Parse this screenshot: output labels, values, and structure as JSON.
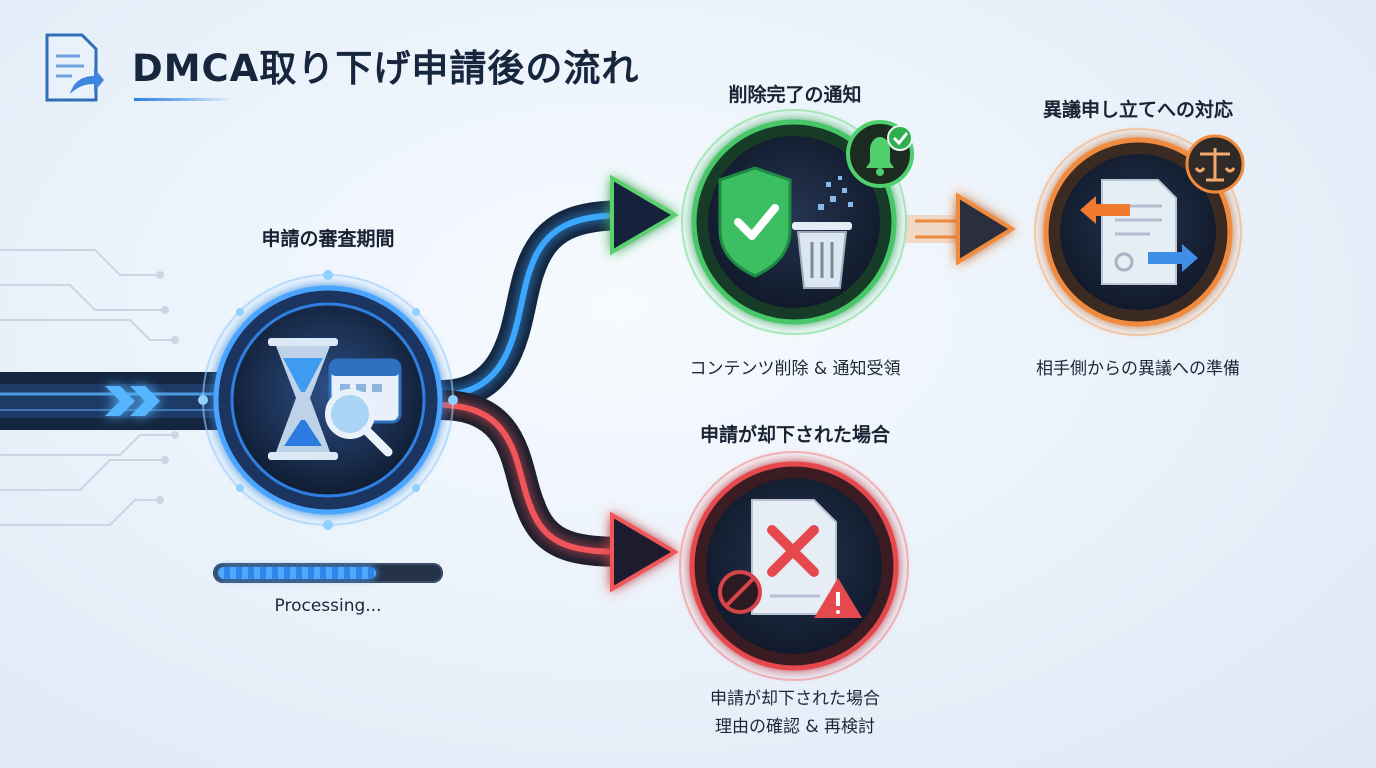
{
  "title": "DMCA取り下げ申請後の流れ",
  "icons": {
    "title": "document-send-icon",
    "review": "hourglass-calendar-search-icon",
    "removed": "shield-check-trash-icon",
    "notification": "bell-check-icon",
    "counter": "document-exchange-icon",
    "justice": "scales-icon",
    "rejected": "document-x-warning-icon"
  },
  "colors": {
    "review": "#3b8ff0",
    "removed": "#3fc35d",
    "counter": "#f08a3c",
    "rejected": "#e5484d"
  },
  "review": {
    "heading": "申請の審査期間",
    "progress_fraction": 0.72,
    "progress_text": "Processing..."
  },
  "removed": {
    "heading": "削除完了の通知",
    "caption": "コンテンツ削除 & 通知受領"
  },
  "counter": {
    "heading": "異議申し立てへの対応",
    "caption": "相手側からの異議への準備"
  },
  "rejected": {
    "heading": "申請が却下された場合",
    "caption_line1": "申請が却下された場合",
    "caption_line2": "理由の確認 & 再検討"
  }
}
